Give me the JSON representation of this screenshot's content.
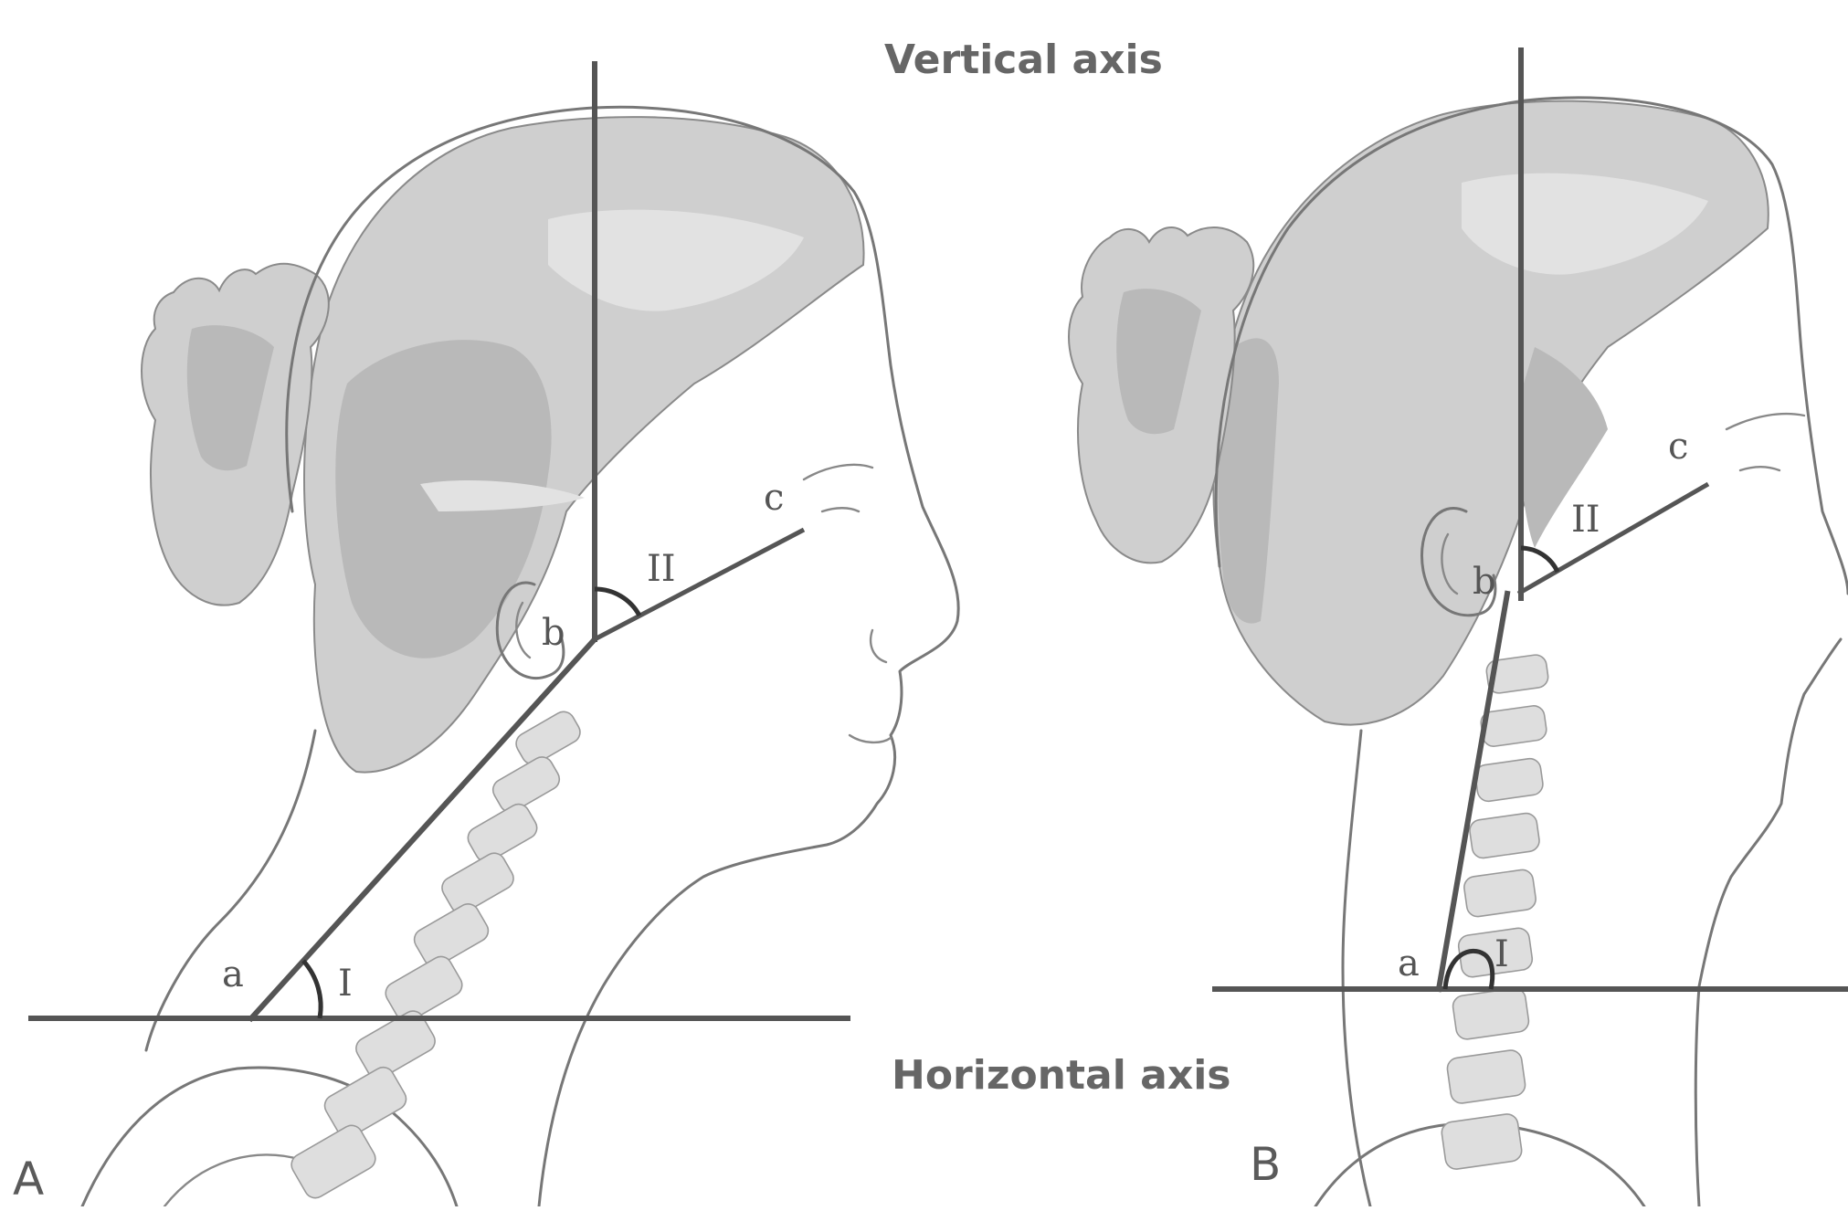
{
  "axes": {
    "vertical": "Vertical axis",
    "horizontal": "Horizontal axis"
  },
  "panels": [
    {
      "letter": "A",
      "points": {
        "a": "a",
        "b": "b",
        "c": "c"
      },
      "angles": {
        "one": "I",
        "two": "II"
      }
    },
    {
      "letter": "B",
      "points": {
        "a": "a",
        "b": "b",
        "c": "c"
      },
      "angles": {
        "one": "I",
        "two": "II"
      }
    }
  ],
  "colors": {
    "line": "#555555",
    "hair": "#cfcfcf",
    "text": "#666666"
  }
}
